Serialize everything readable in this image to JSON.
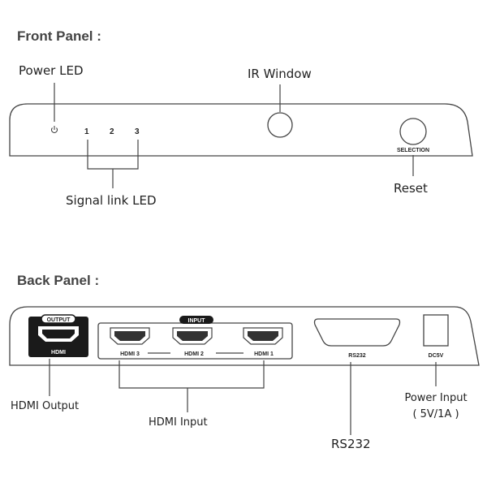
{
  "front_panel": {
    "title": "Front Panel :",
    "power_led_label": "Power LED",
    "ir_window_label": "IR Window",
    "led_numbers": [
      "1",
      "2",
      "3"
    ],
    "signal_link_label": "Signal link LED",
    "selection_text": "SELECTION",
    "reset_label": "Reset"
  },
  "back_panel": {
    "title": "Back Panel :",
    "output_badge": "OUTPUT",
    "output_port_text": "HDMI",
    "input_badge": "INPUT",
    "input_ports": [
      "HDMI 3",
      "HDMI 2",
      "HDMI 1"
    ],
    "rs232_port_text": "RS232",
    "dc_port_text": "DC5V",
    "hdmi_output_label": "HDMI Output",
    "hdmi_input_label": "HDMI Input",
    "rs232_label": "RS232",
    "power_input_label": "Power Input",
    "power_input_spec": "( 5V/1A )"
  }
}
